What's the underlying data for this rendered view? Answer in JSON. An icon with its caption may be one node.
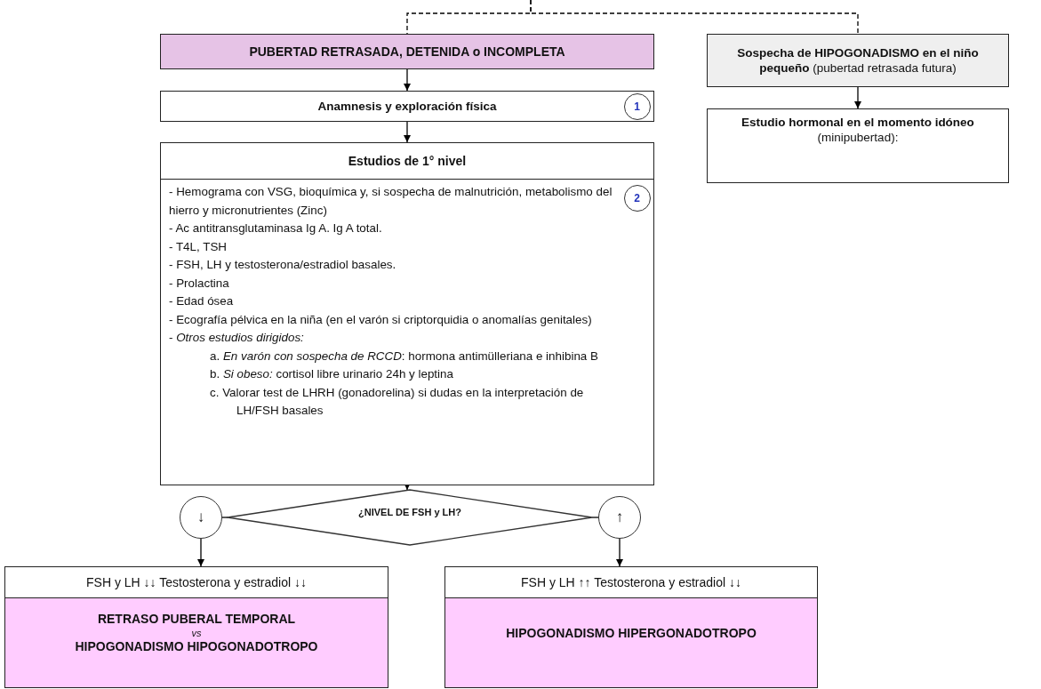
{
  "diagram": {
    "nodes": [
      {
        "text": [
          "PUBERTAD RETRASADA, DETENIDA o INCOMPLETA"
        ]
      },
      {
        "text": [
          "Anamnesis y exploración física"
        ]
      },
      {
        "text": [
          "Estudios de 1° nivel",
          "- Hemograma con VSG, bioquímica y, si sospecha de malnutrición, metabolismo del hierro y micronutrientes (Zinc)",
          "- Ac antitransglutaminasa Ig A. Ig A total.",
          "- T4L, TSH",
          "- FSH, LH y testosterona/estradiol basales.",
          "- Prolactina",
          "- Edad ósea",
          "- Ecografía pélvica en la niña (en el varón si criptorquidia o anomalías genitales)",
          "- *Otros estudios dirigidos:*",
          "a. *En varón con sospecha de RCCD*: hormona antimülleriana e inhibina B",
          "b. *Si obeso:* cortisol libre urinario 24h y leptina",
          "c. Valorar test de LHRH (gonadorelina) si dudas en la interpretación de LH/FSH basales"
        ]
      },
      {
        "text": [
          "1"
        ],
        "in": 1
      },
      {
        "text": [
          "2"
        ],
        "in": 2
      },
      {
        "text": [
          "**Sospecha de HIPOGONADISMO en el niño pequeño** (pubertad retrasada futura)"
        ]
      },
      {
        "text": [
          "**Estudio hormonal en el momento idóneo** (minipubertad):"
        ]
      },
      {
        "text": [
          "¿NIVEL DE FSH y LH?"
        ]
      },
      {
        "text": [
          "↓"
        ]
      },
      {
        "text": [
          "↑"
        ]
      },
      {
        "text": [
          "FSH y LH ↓↓ Testosterona y estradiol ↓↓",
          "RETRASO PUBERAL TEMPORAL",
          "vs",
          "HIPOGONADISMO HIPOGONADOTROPO"
        ]
      },
      {
        "text": [
          "FSH y LH ↑↑ Testosterona y estradiol ↓↓",
          "HIPOGONADISMO HIPERGONADOTROPO"
        ]
      }
    ],
    "edges": [
      {
        "from": null,
        "to": 0,
        "arrow": "none",
        "style": "dashed"
      },
      {
        "from": null,
        "to": 5,
        "arrow": "none",
        "style": "dashed"
      },
      {
        "from": 0,
        "to": 1,
        "arrow": "to"
      },
      {
        "from": 1,
        "to": 2,
        "arrow": "to"
      },
      {
        "from": 5,
        "to": 6,
        "arrow": "to"
      },
      {
        "from": 2,
        "to": 7,
        "arrow": "to"
      },
      {
        "from": 7,
        "to": 8,
        "arrow": "none"
      },
      {
        "from": 7,
        "to": 9,
        "arrow": "none"
      },
      {
        "from": 8,
        "to": 10,
        "arrow": "to"
      },
      {
        "from": 9,
        "to": 11,
        "arrow": "to"
      }
    ]
  }
}
